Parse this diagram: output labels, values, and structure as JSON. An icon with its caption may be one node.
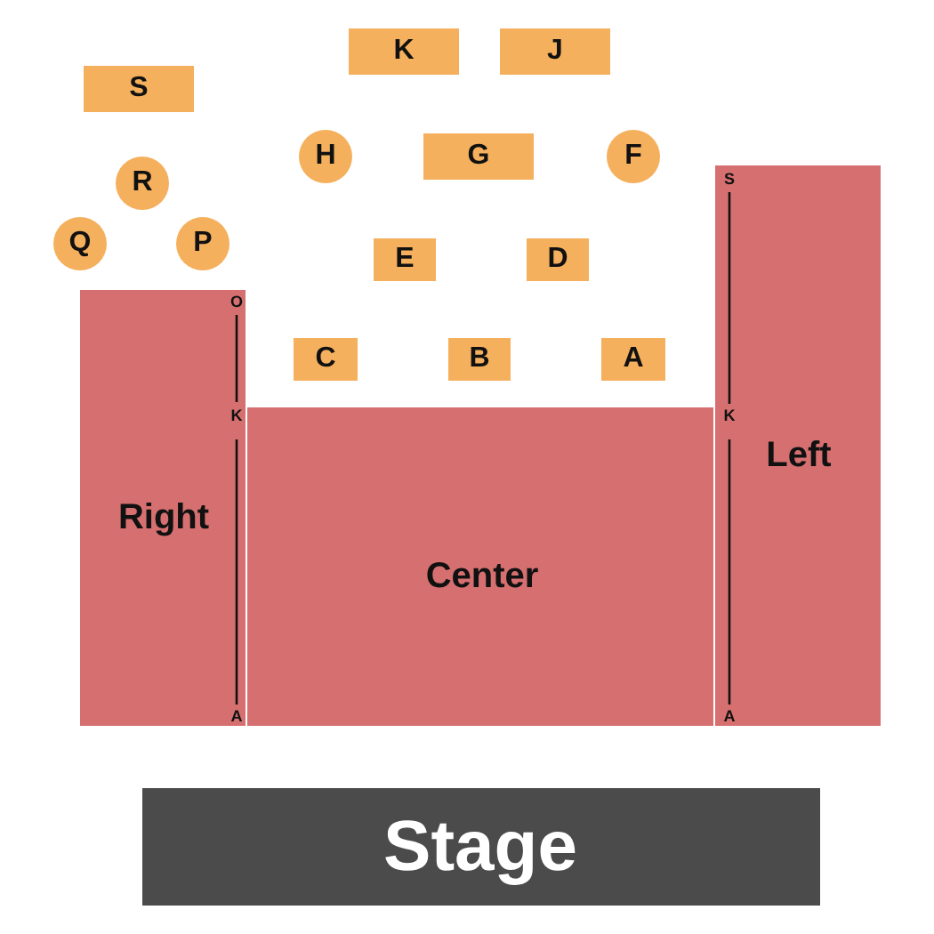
{
  "diagram": {
    "nodes": [
      {
        "text": [
          "K"
        ]
      },
      {
        "text": [
          "J"
        ]
      },
      {
        "text": [
          "S"
        ]
      },
      {
        "text": [
          "H"
        ]
      },
      {
        "text": [
          "G"
        ]
      },
      {
        "text": [
          "F"
        ]
      },
      {
        "text": [
          "R"
        ]
      },
      {
        "text": [
          "Q"
        ]
      },
      {
        "text": [
          "P"
        ]
      },
      {
        "text": [
          "E"
        ]
      },
      {
        "text": [
          "D"
        ]
      },
      {
        "text": [
          "C"
        ]
      },
      {
        "text": [
          "B"
        ]
      },
      {
        "text": [
          "A"
        ]
      },
      {
        "text": [
          "Right"
        ]
      },
      {
        "text": [
          "Center"
        ]
      },
      {
        "text": [
          "Left"
        ]
      },
      {
        "text": [
          "Stage"
        ]
      }
    ],
    "edges": [],
    "labels": [
      "O",
      "K",
      "A",
      "S",
      "K",
      "A"
    ]
  }
}
